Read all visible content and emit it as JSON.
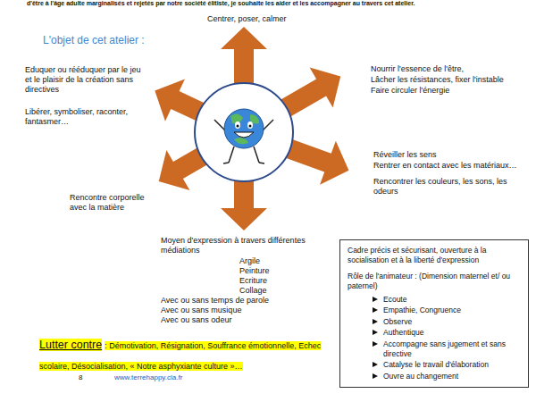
{
  "diagram": {
    "title": "L'objet de cet atelier :",
    "nodes": [
      {
        "text": [
          "Cadre précis et sécurisant, ouverture à la socialisation et à la liberté d'expression",
          "Rôle de l'animateur : (Dimension maternel et/ ou paternel)",
          "Ecoute",
          "Empathie, Congruence",
          "Observe",
          "Authentique",
          "Accompagne sans jugement et sans directive",
          "Catalyse le travail d'élaboration",
          "Ouvre au changement"
        ]
      }
    ],
    "labels": [
      "d'être à l'âge adulte marginalisés et rejetés par notre société élitiste, je souhaite les aider et les accompagner au travers cet atelier.",
      "Centrer, poser, calmer",
      "Eduquer ou rééduquer par le jeu et le plaisir de la création sans directives",
      "Libérer, symboliser, raconter, fantasmer…",
      "Nourrir l'essence de l'être,",
      "Lâcher les résistances, fixer l'instable",
      "Faire circuler l'énergie",
      "Réveiller les sens",
      "Rentrer en contact avec les matériaux…",
      "Rencontrer les couleurs, les sons, les odeurs",
      "Rencontre corporelle avec la matière",
      "Moyen d'expression à travers différentes médiations",
      "Argile",
      "Peinture",
      "Ecriture",
      "Collage",
      "Avec ou sans temps de parole",
      "Avec ou sans musique",
      "Avec ou sans odeur",
      "Lutter contre",
      ": Démotivation, Résignation, Souffrance émotionnelle, Echec scolaire, Désocialisation, « Notre asphyxiante culture »…",
      "8",
      "www.terrehappy.cla.fr"
    ]
  }
}
